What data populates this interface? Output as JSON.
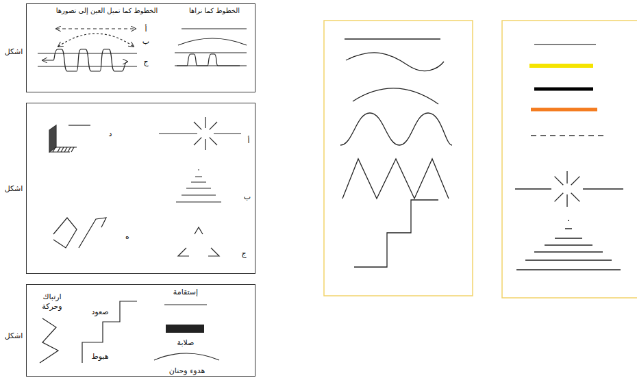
{
  "diagram": {
    "nodes": [
      {
        "text": [
          "اشكل",
          "الخطوط كما نراها",
          "الخطوط كما تميل العين إلى تصورها",
          "أ",
          "ب",
          "ج"
        ]
      },
      {
        "text": [
          "اشكل",
          "أ",
          "د",
          "ب",
          "ج",
          "ه"
        ]
      },
      {
        "text": [
          "اشكل",
          "إستقامة",
          "صعود",
          "ارتباك وحركة",
          "صلابة",
          "هبوط",
          "هدوء وحنان"
        ]
      }
    ]
  }
}
